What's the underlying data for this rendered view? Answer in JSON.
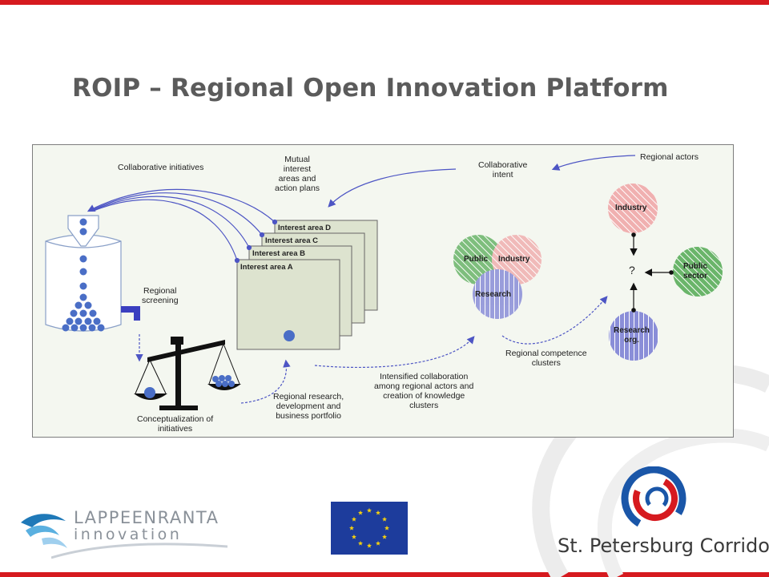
{
  "slide": {
    "title": "ROIP – Regional Open Innovation Platform"
  },
  "diagram": {
    "labels": {
      "collaborative_initiatives": "Collaborative initiatives",
      "mutual_interest": [
        "Mutual",
        "interest",
        "areas and",
        "action plans"
      ],
      "collaborative_intent": [
        "Collaborative",
        "intent"
      ],
      "regional_actors": "Regional actors",
      "regional_screening": [
        "Regional",
        "screening"
      ],
      "conceptualization": [
        "Conceptualization of",
        "initiatives"
      ],
      "rd_portfolio": [
        "Regional research,",
        "development and",
        "business portfolio"
      ],
      "intensified": [
        "Intensified collaboration",
        "among regional actors and",
        "creation of knowledge",
        "clusters"
      ],
      "competence_clusters": [
        "Regional competence",
        "clusters"
      ]
    },
    "interest_areas": [
      "Interest area D",
      "Interest area C",
      "Interest area B",
      "Interest area A"
    ],
    "cluster": {
      "public": "Public",
      "industry": "Industry",
      "research": "Research"
    },
    "actors": {
      "industry": "Industry",
      "public_sector": [
        "Public",
        "sector"
      ],
      "research_org": [
        "Research",
        "org."
      ],
      "unknown": "?"
    },
    "colors": {
      "arrow": "#4d55c4",
      "process_blue": "#4a6ec6",
      "green": "#6ab56a",
      "pink": "#f0b0b0",
      "lavender": "#8a8ed8",
      "box_fill": "#dde3cf"
    }
  },
  "logos": {
    "lappeenranta": {
      "name": "LAPPEENRANTA",
      "sub": "innovation"
    },
    "eu_flag": {
      "stars": 12
    },
    "corridor": {
      "name": "St. Petersburg Corridor"
    }
  }
}
